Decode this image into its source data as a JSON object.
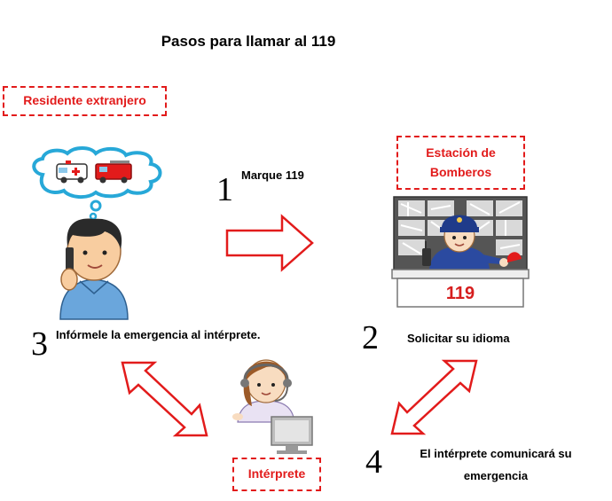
{
  "title": "Pasos para llamar al 119",
  "roles": {
    "resident": "Residente extranjero",
    "station": "Estación de Bomberos",
    "interpreter": "Intérprete"
  },
  "steps": [
    {
      "number": "1",
      "text": "Marque 119"
    },
    {
      "number": "2",
      "text": "Solicitar su idioma"
    },
    {
      "number": "3",
      "text": "Infórmele la emergencia al intérprete."
    },
    {
      "number": "4",
      "text": "El intérprete comunicará su emergencia"
    }
  ],
  "counter_sign": "119",
  "colors": {
    "accent_red": "#e21b1b",
    "arrow_fill": "#ffffff"
  }
}
